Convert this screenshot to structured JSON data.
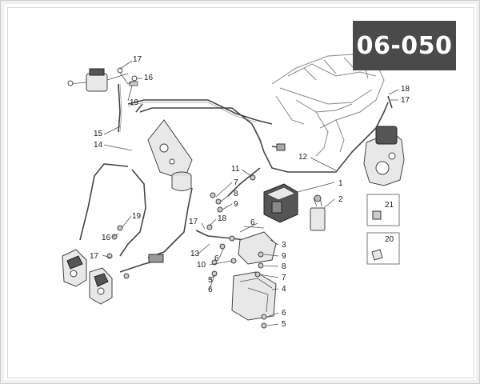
{
  "diagram_code": "06-050",
  "callouts": [
    {
      "id": "c17a",
      "text": "17"
    },
    {
      "id": "c16a",
      "text": "16"
    },
    {
      "id": "c19a",
      "text": "19"
    },
    {
      "id": "c15",
      "text": "15"
    },
    {
      "id": "c14",
      "text": "14"
    },
    {
      "id": "c18a",
      "text": "18"
    },
    {
      "id": "c17b",
      "text": "17"
    },
    {
      "id": "c12",
      "text": "12"
    },
    {
      "id": "c11",
      "text": "11"
    },
    {
      "id": "c7a",
      "text": "7"
    },
    {
      "id": "c8a",
      "text": "8"
    },
    {
      "id": "c9a",
      "text": "9"
    },
    {
      "id": "c1",
      "text": "1"
    },
    {
      "id": "c2",
      "text": "2"
    },
    {
      "id": "c21",
      "text": "21"
    },
    {
      "id": "c17c",
      "text": "17"
    },
    {
      "id": "c18b",
      "text": "18"
    },
    {
      "id": "c19b",
      "text": "19"
    },
    {
      "id": "c16b",
      "text": "16"
    },
    {
      "id": "c6a",
      "text": "6"
    },
    {
      "id": "c20",
      "text": "20"
    },
    {
      "id": "c13",
      "text": "13"
    },
    {
      "id": "c6b",
      "text": "6"
    },
    {
      "id": "c3",
      "text": "3"
    },
    {
      "id": "c17d",
      "text": "17"
    },
    {
      "id": "c9b",
      "text": "9"
    },
    {
      "id": "c10",
      "text": "10"
    },
    {
      "id": "c8b",
      "text": "8"
    },
    {
      "id": "c5a",
      "text": "5"
    },
    {
      "id": "c7b",
      "text": "7"
    },
    {
      "id": "c6c",
      "text": "6"
    },
    {
      "id": "c4",
      "text": "4"
    },
    {
      "id": "c6d",
      "text": "6"
    },
    {
      "id": "c5b",
      "text": "5"
    }
  ]
}
